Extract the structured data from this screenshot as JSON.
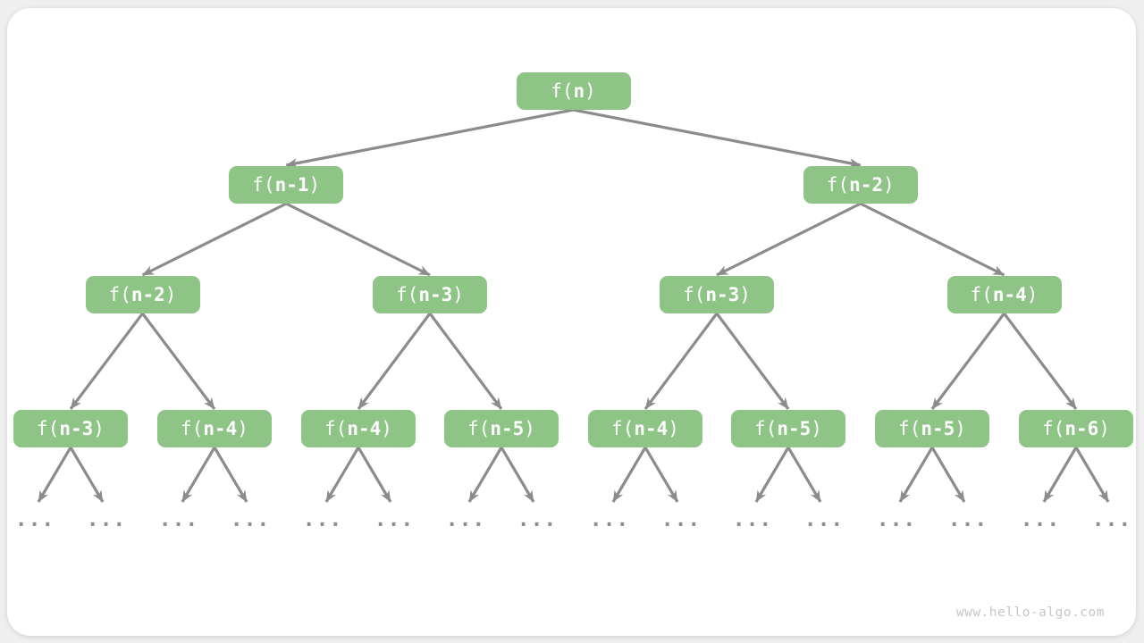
{
  "diagram": {
    "type": "recursion-tree",
    "levels": [
      [
        "f(n)"
      ],
      [
        "f(n-1)",
        "f(n-2)"
      ],
      [
        "f(n-2)",
        "f(n-3)",
        "f(n-3)",
        "f(n-4)"
      ],
      [
        "f(n-3)",
        "f(n-4)",
        "f(n-4)",
        "f(n-5)",
        "f(n-4)",
        "f(n-5)",
        "f(n-5)",
        "f(n-6)"
      ]
    ],
    "ellipsis": "..."
  },
  "colors": {
    "node_fill": "#8fc487",
    "node_text": "#ffffff",
    "arrow": "#8c8c8c",
    "dots": "#8f8f8f",
    "card_bg": "#ffffff",
    "page_bg": "#efefef",
    "watermark": "#c6c6c6"
  },
  "watermark": "www.hello-algo.com"
}
